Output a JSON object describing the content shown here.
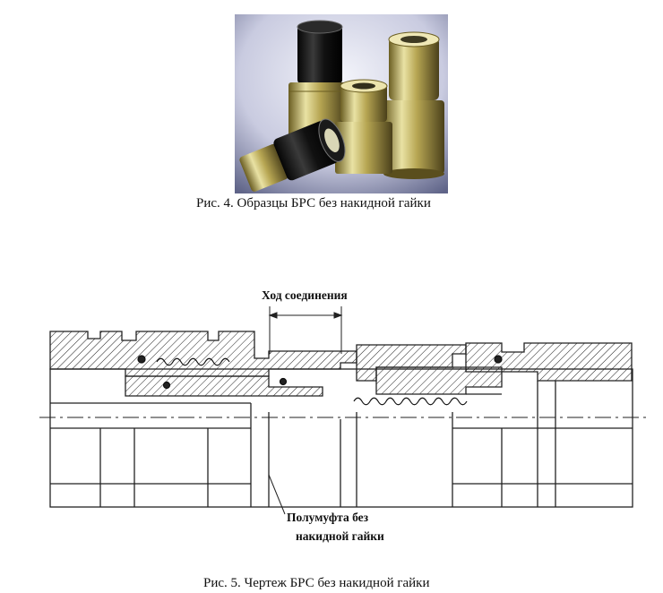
{
  "figure4": {
    "caption": "Рис. 4. Образцы БРС без накидной гайки"
  },
  "figure5": {
    "stroke_label": "Ход соединения",
    "half_coupling_label_line1": "Полумуфта без",
    "half_coupling_label_line2": "накидной гайки",
    "caption": "Рис. 5. Чертеж БРС без накидной гайки"
  }
}
